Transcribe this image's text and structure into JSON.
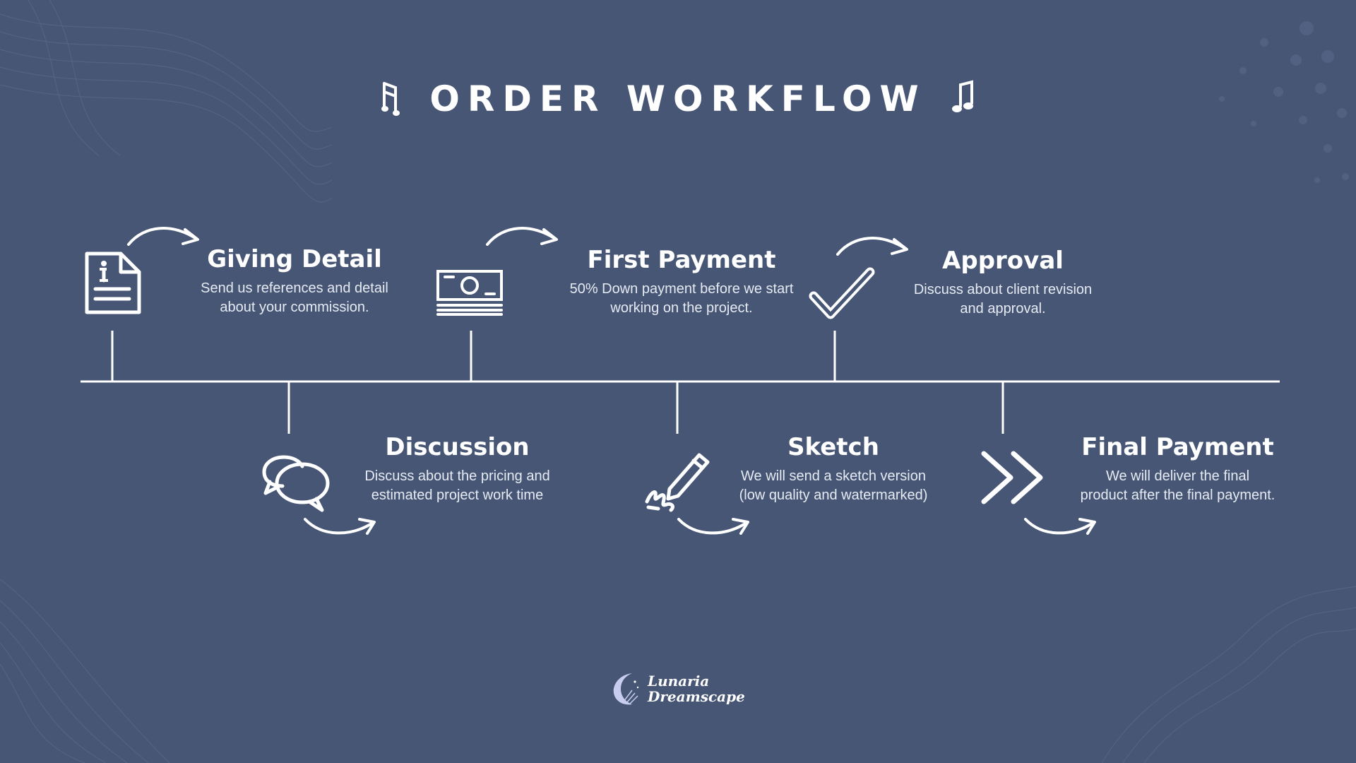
{
  "header": {
    "title": "ORDER WORKFLOW",
    "left_icon": "music-note-icon",
    "right_icon": "music-note-icon"
  },
  "steps": [
    {
      "title": "Giving Detail",
      "desc_line1": "Send us references and detail",
      "desc_line2": "about your commission.",
      "icon": "document-info-icon",
      "position": "above"
    },
    {
      "title": "Discussion",
      "desc_line1": "Discuss about the pricing and",
      "desc_line2": "estimated  project work time",
      "icon": "chat-bubbles-icon",
      "position": "below"
    },
    {
      "title": "First Payment",
      "desc_line1": "50% Down payment before we start",
      "desc_line2": "working on the project.",
      "icon": "money-bill-icon",
      "position": "above"
    },
    {
      "title": "Sketch",
      "desc_line1": "We will send a sketch version",
      "desc_line2": "(low quality and watermarked)",
      "icon": "pencil-sketch-icon",
      "position": "below"
    },
    {
      "title": "Approval",
      "desc_line1": "Discuss about client revision",
      "desc_line2": "and approval.",
      "icon": "checkmark-icon",
      "position": "above"
    },
    {
      "title": "Final Payment",
      "desc_line1": "We will deliver the final",
      "desc_line2": "product after the final payment.",
      "icon": "double-chevron-right-icon",
      "position": "below"
    }
  ],
  "brand": {
    "line1": "Lunaria",
    "line2": "Dreamscape",
    "icon": "crescent-moon-logo-icon"
  },
  "colors": {
    "background": "#475675",
    "foreground": "#ffffff"
  }
}
